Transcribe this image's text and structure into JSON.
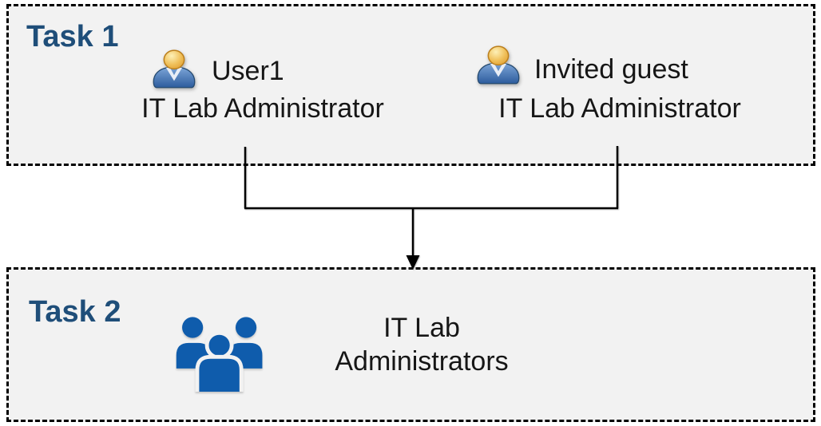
{
  "diagram": {
    "task1": {
      "label": "Task 1",
      "personas": [
        {
          "name": "User1",
          "role": "IT Lab Administrator",
          "icon": "persona-icon"
        },
        {
          "name": "Invited guest",
          "role": "IT Lab Administrator",
          "icon": "persona-icon"
        }
      ]
    },
    "task2": {
      "label": "Task 2",
      "group": {
        "icon": "people-group-icon",
        "name_lines": [
          "IT Lab",
          "Administrators"
        ]
      }
    },
    "connector": {
      "description": "merge arrow from both Task 1 personas down into Task 2 group"
    }
  },
  "colors": {
    "box_background": "#f2f2f2",
    "box_border": "#000000",
    "task_label": "#1f4e79",
    "body_text": "#161616",
    "group_icon_blue": "#0f5cac",
    "persona_head_gold": "#e8a93c",
    "persona_body_blue": "#3a6aa8",
    "connector_line": "#000000"
  }
}
